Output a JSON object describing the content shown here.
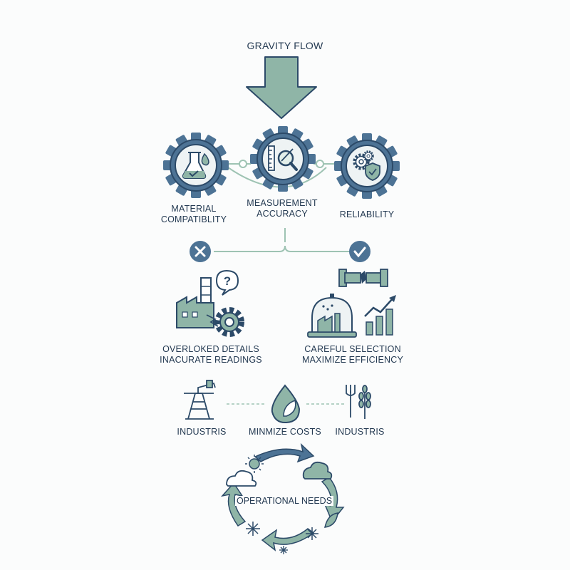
{
  "title": "GRAVITY FLOW",
  "factors": [
    {
      "line1": "MATERIAL",
      "line2": "COMPATIBLITY",
      "icon": "flask-icon"
    },
    {
      "line1": "MEASUREMENT",
      "line2": "ACCURACY",
      "icon": "ruler-magnifier-icon"
    },
    {
      "line1": "RELIABILITY",
      "line2": "",
      "icon": "gears-shield-icon"
    }
  ],
  "outcomes": {
    "negative": {
      "line1": "OVERLOKED DETAILS",
      "line2": "INACURATE READINGS",
      "icon": "x-icon"
    },
    "positive": {
      "line1": "CAREFUL SELECTION",
      "line2": "MAXIMIZE EFFICIENCY",
      "icon": "check-icon"
    }
  },
  "bottom_row": [
    {
      "label": "INDUSTRIS",
      "icon": "oil-derrick-icon"
    },
    {
      "label": "MINMIZE COSTS",
      "icon": "water-drop-leaf-icon"
    },
    {
      "label": "INDUSTRIS",
      "icon": "fork-wheat-icon"
    }
  ],
  "cycle": {
    "label": "OPERATIONAL NEEDS"
  },
  "colors": {
    "navy": "#2c4a68",
    "steel": "#4d7395",
    "sage": "#8fb5a7",
    "sage_dark": "#6f9a8a",
    "line": "#9ec3b3"
  }
}
